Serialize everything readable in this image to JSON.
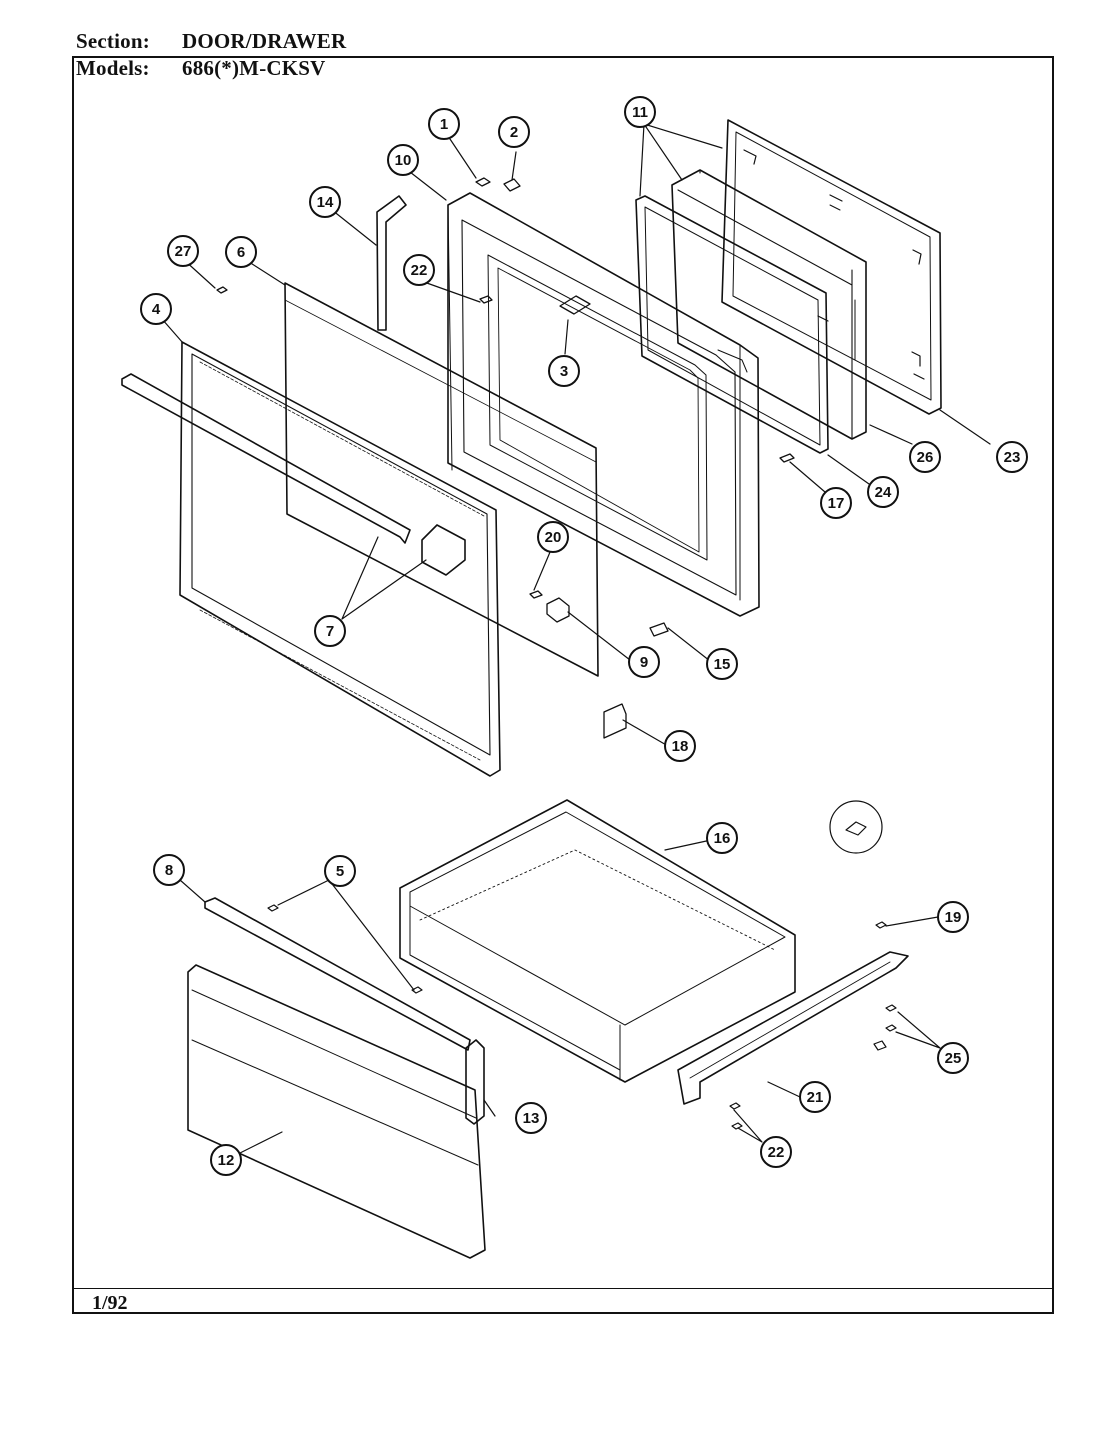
{
  "header": {
    "section_label": "Section:",
    "section_value": "DOOR/DRAWER",
    "models_label": "Models:",
    "models_value": "686(*)M-CKSV"
  },
  "footer": {
    "date": "1/92"
  },
  "callouts": [
    "1",
    "2",
    "3",
    "4",
    "5",
    "6",
    "7",
    "8",
    "9",
    "10",
    "11",
    "12",
    "13",
    "14",
    "15",
    "16",
    "17",
    "18",
    "19",
    "20",
    "21",
    "22",
    "22",
    "23",
    "24",
    "25",
    "26",
    "27"
  ],
  "colors": {
    "ink": "#111111",
    "paper": "#ffffff"
  }
}
